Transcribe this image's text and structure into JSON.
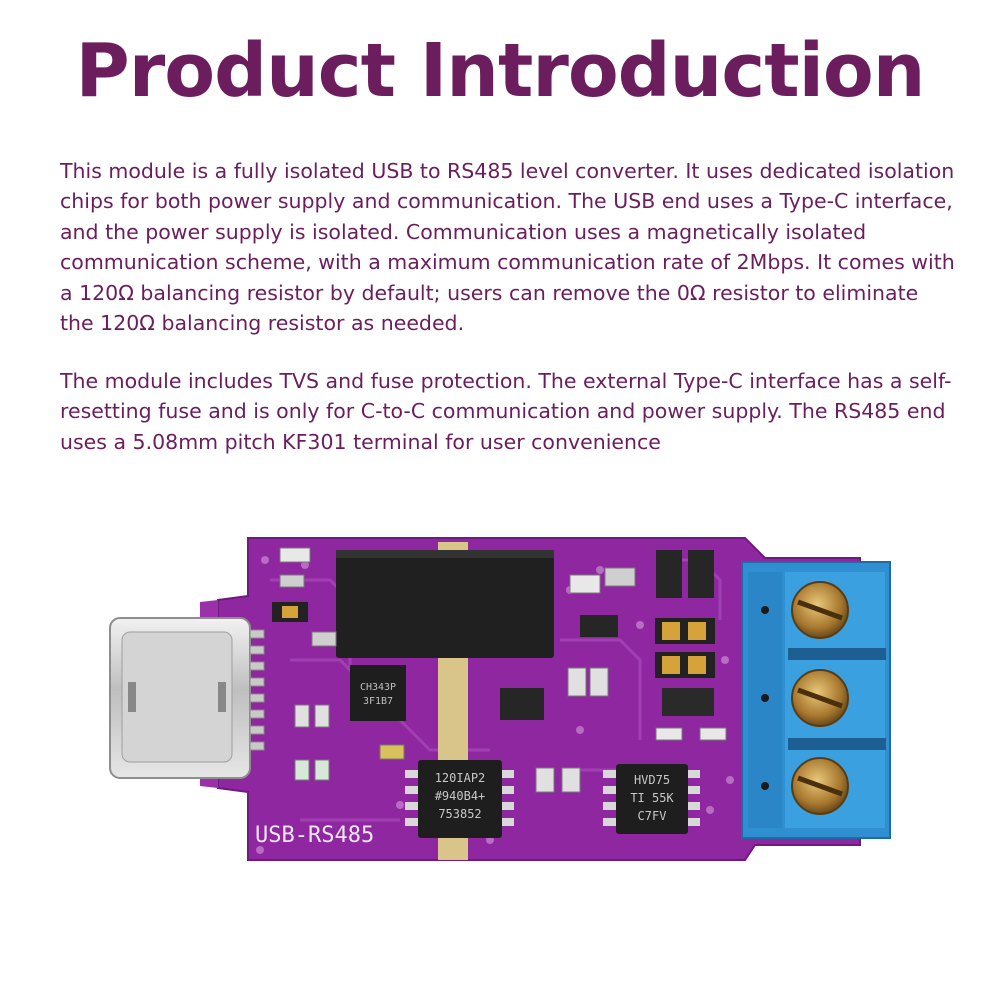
{
  "colors": {
    "heading": "#6b1d5e",
    "body_text": "#6b1d5e",
    "pcb": "#8f27a0",
    "terminal": "#2f8fd0"
  },
  "title": "Product Introduction",
  "paragraphs": [
    "This module is a fully isolated USB to RS485 level converter. It uses dedicated isolation chips for both power supply and communication. The USB end uses a Type-C interface, and the power supply is isolated. Communication uses a magnetically isolated communication scheme, with a maximum communication rate of 2Mbps. It comes with a 120Ω balancing resistor by default; users can remove the 0Ω resistor to eliminate the 120Ω balancing resistor as needed.",
    "The module includes TVS and fuse protection. The external Type-C interface has a self-resetting fuse and is only for C-to-C communication and power supply. The RS485 end uses a 5.08mm pitch KF301 terminal for user convenience"
  ],
  "board": {
    "silkscreen": "USB-RS485",
    "chip_left_lines": [
      "120IAP2",
      "#940B4+",
      "753852"
    ],
    "chip_right_lines": [
      "HVD75",
      "TI 55K",
      "C7FV"
    ],
    "small_chip_lines": [
      "CH343P",
      "3F1B7"
    ]
  }
}
